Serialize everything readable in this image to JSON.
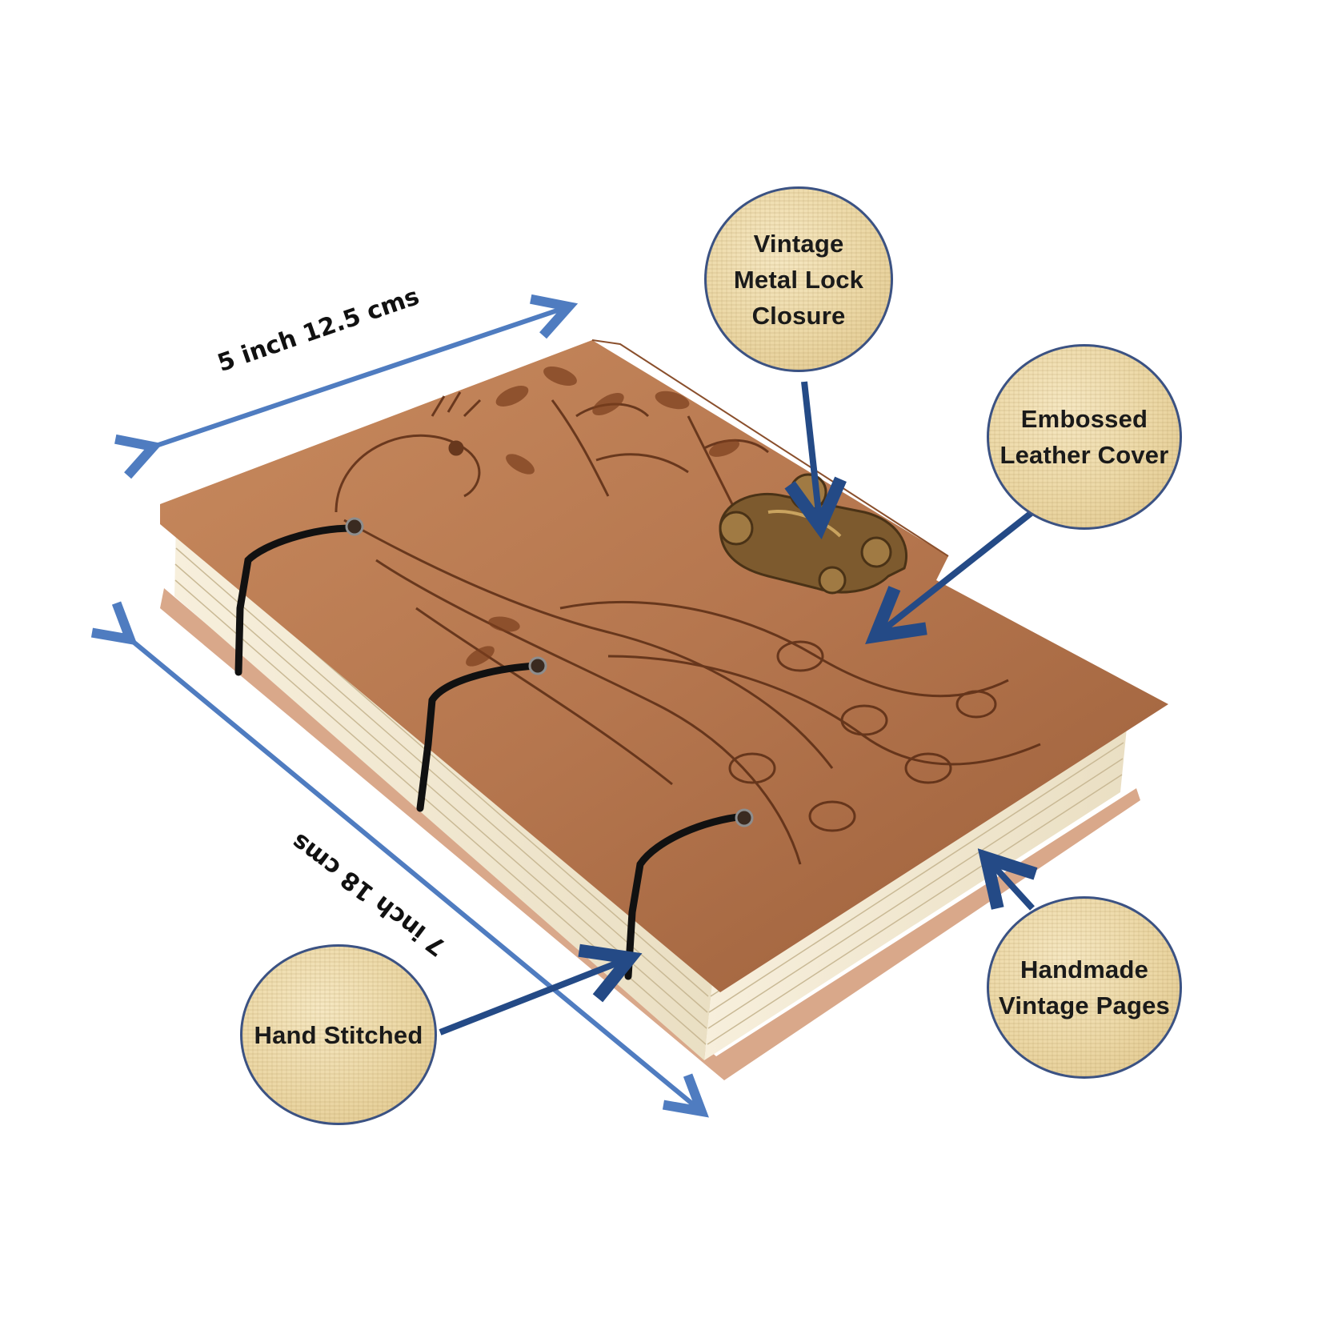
{
  "dimensions": {
    "width_label": "5 inch 12.5 cms",
    "height_label": "7 inch 18 cms"
  },
  "callouts": {
    "lock": "Vintage\nMetal Lock\nClosure",
    "leather": "Embossed\nLeather Cover",
    "pages": "Handmade\nVintage  Pages",
    "stitch": "Hand Stitched"
  },
  "colors": {
    "arrow_light": "#4f7cc0",
    "arrow_dark": "#244a86",
    "leather": "#b5764e",
    "pages": "#f3ead4",
    "badge_border": "#3b5283"
  }
}
